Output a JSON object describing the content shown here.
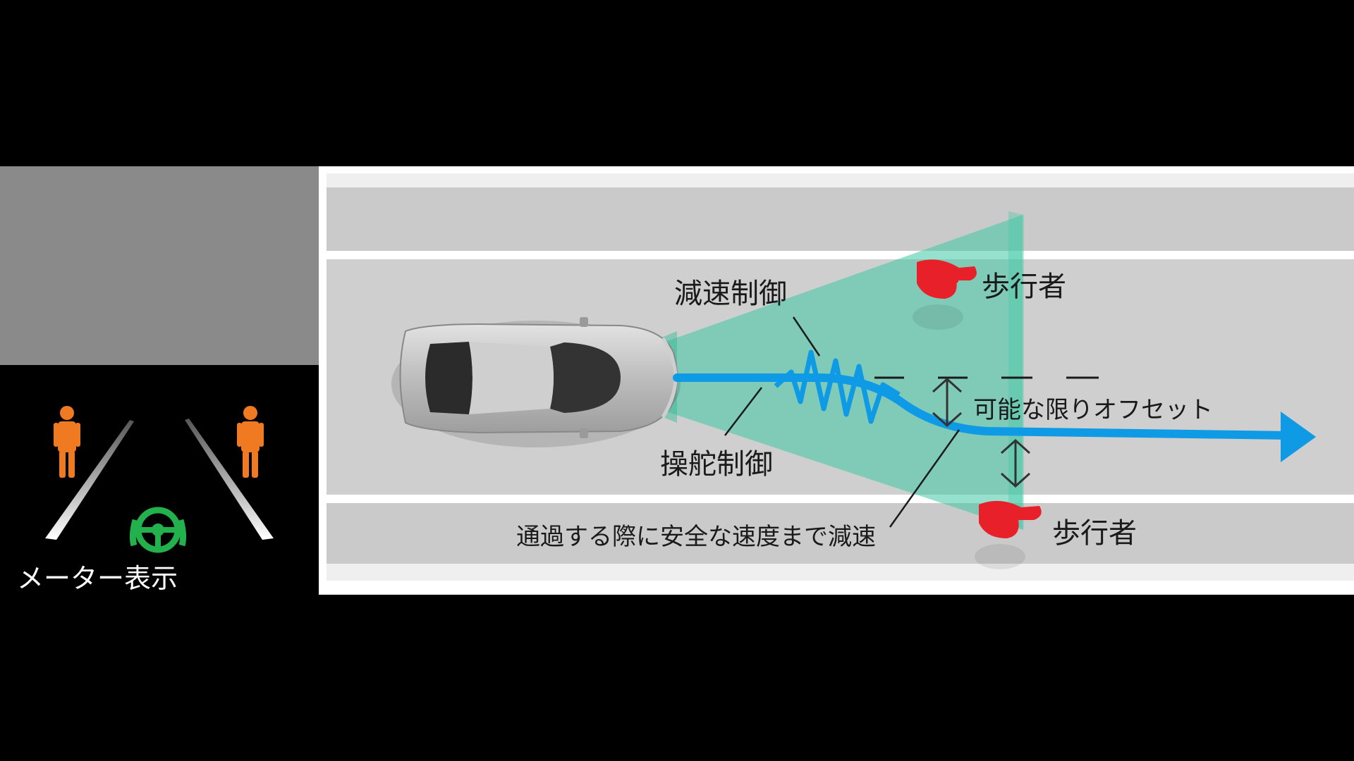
{
  "labels": {
    "deceleration_control": "減速制御",
    "steering_control": "操舵制御",
    "pedestrian_top": "歩行者",
    "pedestrian_bottom": "歩行者",
    "offset": "可能な限りオフセット",
    "slow_down": "通過する際に安全な速度まで減速",
    "meter_display": "メーター表示"
  },
  "icons": {
    "meter_pedestrian": "person-icon",
    "meter_steering": "steering-assist-icon",
    "car": "car-top-view",
    "path_arrow": "arrow-right-icon",
    "offset_arrow": "double-arrow-vertical-icon"
  },
  "colors": {
    "road": "#c9c9c9",
    "lane_line": "#ffffff",
    "sensor_cone": "#3fc9a5",
    "path": "#0f9ae6",
    "pedestrian": "#e8202a",
    "meter_pedestrian": "#f07a21",
    "meter_steering": "#23b14d",
    "text": "#1a1a1a"
  }
}
